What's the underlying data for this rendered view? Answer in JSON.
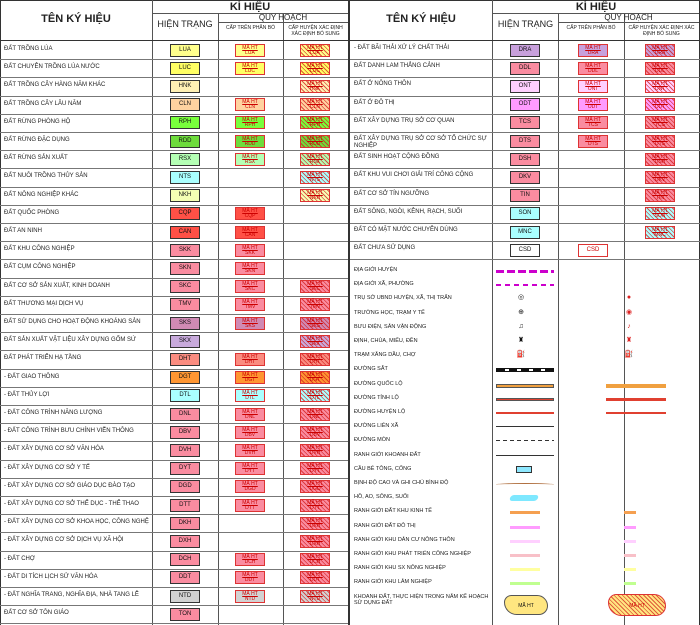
{
  "headers": {
    "symbol_name": "TÊN KÝ HIỆU",
    "symbol": "KÍ HIỆU",
    "current": "HIỆN TRẠNG",
    "planning": "QUY HOẠCH",
    "upper_level": "CẤP TRÊN PHÂN BỔ",
    "district_level": "CẤP HUYỆN XÁC ĐỊNH XÁC ĐỊNH BỔ SUNG"
  },
  "map_label": "MÃ HT",
  "left_rows": [
    {
      "label": "ĐẤT TRỒNG LÚA",
      "code": "LUA",
      "color": "#ffff8c",
      "upper": true,
      "district": true
    },
    {
      "label": "ĐẤT CHUYÊN TRỒNG LÚA NƯỚC",
      "code": "LUC",
      "color": "#ffff64",
      "upper": true,
      "district": true
    },
    {
      "label": "ĐẤT TRỒNG CÂY HÀNG NĂM KHÁC",
      "code": "HNK",
      "color": "#fff0b4",
      "upper": false,
      "district": true
    },
    {
      "label": "ĐẤT TRỒNG CÂY LÂU NĂM",
      "code": "CLN",
      "color": "#ffd2a0",
      "upper": true,
      "district": true
    },
    {
      "label": "ĐẤT RỪNG PHÒNG HỘ",
      "code": "RPH",
      "color": "#78ff3c",
      "upper": true,
      "district": true
    },
    {
      "label": "ĐẤT RỪNG ĐẶC DỤNG",
      "code": "RDD",
      "color": "#6edc3c",
      "upper": true,
      "district": true
    },
    {
      "label": "ĐẤT RỪNG SẢN XUẤT",
      "code": "RSX",
      "color": "#b4ffb4",
      "upper": true,
      "district": true
    },
    {
      "label": "ĐẤT NUÔI TRỒNG THỦY SẢN",
      "code": "NTS",
      "color": "#aaffff",
      "upper": false,
      "district": true
    },
    {
      "label": "ĐẤT NÔNG NGHIỆP KHÁC",
      "code": "NKH",
      "color": "#f5ffb4",
      "upper": false,
      "district": true
    },
    {
      "label": "ĐẤT QUỐC PHÒNG",
      "code": "CQP",
      "color": "#ff5046",
      "upper": true,
      "district": false
    },
    {
      "label": "ĐẤT AN NINH",
      "code": "CAN",
      "color": "#ff5046",
      "upper": true,
      "district": false
    },
    {
      "label": "ĐẤT KHU CÔNG NGHIỆP",
      "code": "SKK",
      "color": "#fa8ca0",
      "upper": true,
      "district": false
    },
    {
      "label": "ĐẤT CỤM CÔNG NGHIỆP",
      "code": "SKN",
      "color": "#fa8ca0",
      "upper": true,
      "district": false
    },
    {
      "label": "ĐẤT CƠ SỞ SẢN XUẤT, KINH DOANH",
      "code": "SKC",
      "color": "#fa8ca0",
      "upper": true,
      "district": true
    },
    {
      "label": "ĐẤT THƯƠNG MẠI DỊCH VỤ",
      "code": "TMV",
      "color": "#fa8ca0",
      "upper": true,
      "district": true
    },
    {
      "label": "ĐẤT SỬ DỤNG CHO HOẠT ĐỘNG KHOÁNG SẢN",
      "code": "SKS",
      "color": "#d08ab4",
      "upper": true,
      "district": true
    },
    {
      "label": "ĐẤT SẢN XUẤT VẬT LIỆU XÂY DỰNG GỐM SỨ",
      "code": "SKX",
      "color": "#c8aadc",
      "upper": false,
      "district": true
    },
    {
      "label": "ĐẤT PHÁT TRIỂN HẠ TẦNG",
      "code": "DHT",
      "color": "#fa8c80",
      "upper": true,
      "district": true
    },
    {
      "label": "- ĐẤT GIAO THÔNG",
      "code": "DGT",
      "color": "#ff9632",
      "upper": true,
      "district": true
    },
    {
      "label": "- ĐẤT THỦY LỢI",
      "code": "DTL",
      "color": "#aaffff",
      "upper": true,
      "district": true
    },
    {
      "label": "- ĐẤT CÔNG TRÌNH NĂNG LƯỢNG",
      "code": "DNL",
      "color": "#fa8ca0",
      "upper": true,
      "district": true
    },
    {
      "label": "- ĐẤT CÔNG TRÌNH BƯU CHÍNH VIỄN THÔNG",
      "code": "DBV",
      "color": "#fa8ca0",
      "upper": true,
      "district": true
    },
    {
      "label": "- ĐẤT XÂY DỰNG CƠ SỞ VĂN HÓA",
      "code": "DVH",
      "color": "#fa8ca0",
      "upper": true,
      "district": true
    },
    {
      "label": "- ĐẤT XÂY DỰNG CƠ SỞ Y TẾ",
      "code": "DYT",
      "color": "#fa8ca0",
      "upper": true,
      "district": true
    },
    {
      "label": "- ĐẤT XÂY DỰNG CƠ SỞ GIÁO DỤC ĐÀO TẠO",
      "code": "DGD",
      "color": "#fa8ca0",
      "upper": true,
      "district": true
    },
    {
      "label": "- ĐẤT XÂY DỰNG CƠ SỞ THỂ DỤC - THỂ THAO",
      "code": "DTT",
      "color": "#fa8ca0",
      "upper": true,
      "district": true
    },
    {
      "label": "- ĐẤT XÂY DỰNG CƠ SỞ KHOA HỌC, CÔNG NGHỆ",
      "code": "DKH",
      "color": "#fa8ca0",
      "upper": false,
      "district": true
    },
    {
      "label": "- ĐẤT XÂY DỰNG CƠ SỞ DỊCH VỤ XÃ HỘI",
      "code": "DXH",
      "color": "#fa8ca0",
      "upper": false,
      "district": true
    },
    {
      "label": "- ĐẤT CHỢ",
      "code": "DCH",
      "color": "#fa8ca0",
      "upper": true,
      "district": true
    },
    {
      "label": "- ĐẤT DI TÍCH LỊCH SỬ VĂN HÓA",
      "code": "DDT",
      "color": "#fa8ca0",
      "upper": true,
      "district": true
    },
    {
      "label": "- ĐẤT NGHĨA TRANG, NGHĨA ĐỊA, NHÀ TANG LỄ",
      "code": "NTD",
      "color": "#d2d2d2",
      "upper": true,
      "district": true
    },
    {
      "label": "ĐẤT CƠ SỞ TÔN GIÁO",
      "code": "TON",
      "color": "#fa8ca0",
      "upper": false,
      "district": false
    }
  ],
  "right_rows": [
    {
      "label": "- ĐẤT BÃI THẢI XỬ LÝ CHẤT THẢI",
      "code": "DRA",
      "color": "#c8a0dc",
      "upper": true,
      "district": true
    },
    {
      "label": "ĐẤT DANH LAM THẮNG CẢNH",
      "code": "DDL",
      "color": "#fa8ca0",
      "upper": true,
      "district": true
    },
    {
      "label": "ĐẤT Ở NÔNG THÔN",
      "code": "ONT",
      "color": "#ffd0ff",
      "upper": true,
      "district": true
    },
    {
      "label": "ĐẤT Ở ĐÔ THỊ",
      "code": "ODT",
      "color": "#ff9bff",
      "upper": true,
      "district": true
    },
    {
      "label": "ĐẤT XÂY DỰNG TRỤ SỞ CƠ QUAN",
      "code": "TCS",
      "color": "#fa8ca0",
      "upper": true,
      "district": true
    },
    {
      "label": "ĐẤT XÂY DỰNG TRỤ SỞ CƠ SỞ TỔ CHỨC SỰ NGHIỆP",
      "code": "DTS",
      "color": "#fa8ca0",
      "upper": true,
      "district": true
    },
    {
      "label": "ĐẤT SINH HOẠT CỘNG ĐỒNG",
      "code": "DSH",
      "color": "#fa8ca0",
      "upper": false,
      "district": true
    },
    {
      "label": "ĐẤT KHU VUI CHƠI GIẢI TRÍ CÔNG CỘNG",
      "code": "DKV",
      "color": "#fa8ca0",
      "upper": false,
      "district": true
    },
    {
      "label": "ĐẤT CƠ SỞ TÍN NGƯỠNG",
      "code": "TIN",
      "color": "#fa8ca0",
      "upper": false,
      "district": true
    },
    {
      "label": "ĐẤT SÔNG, NGÒI, KÊNH, RẠCH, SUỐI",
      "code": "SON",
      "color": "#aaffff",
      "upper": false,
      "district": true
    },
    {
      "label": "ĐẤT CÓ MẶT NƯỚC CHUYÊN DÙNG",
      "code": "MNC",
      "color": "#aaffff",
      "upper": false,
      "district": true
    },
    {
      "label": "ĐẤT CHƯA SỬ DỤNG",
      "code": "CSD",
      "color": "#ffffff",
      "upper": false,
      "district": false,
      "upper_text": "CSD"
    }
  ],
  "symbol_rows": [
    "ĐỊA GIỚI HUYỆN",
    "ĐỊA GIỚI XÃ, PHƯỜNG",
    "TRỤ SỞ UBND HUYỆN, XÃ, THỊ TRẤN",
    "TRƯỜNG HỌC, TRẠM Y TẾ",
    "BƯU ĐIỆN, SÂN VẬN ĐỘNG",
    "ĐỊNH, CHÙA, MIẾU, ĐỀN",
    "TRẠM XĂNG DẦU, CHỢ",
    "ĐƯỜNG SẮT",
    "ĐƯỜNG QUỐC LỘ",
    "ĐƯỜNG TỈNH LỘ",
    "ĐƯỜNG HUYỆN LỘ",
    "ĐƯỜNG LIÊN XÃ",
    "ĐƯỜNG MÒN",
    "RANH GIỚI KHOANH ĐẤT",
    "CẦU BÊ TÔNG, CỐNG",
    "BỊNH ĐỘ CAO VÀ GHI CHÚ BÌNH ĐỘ",
    "HỒ, AO, SÔNG, SUỐI",
    "RANH GIỚI ĐẤT KHU KINH TẾ",
    "RANH GIỚI ĐẤT ĐÔ THỊ",
    "RANH GIỚI KHU DÂN CƯ NÔNG THÔN",
    "RANH GIỚI KHU PHÁT TRIỂN CÔNG NGHIỆP",
    "RANH GIỚI KHU SX NÔNG NGHIỆP",
    "RANH GIỚI KHU LÂM NGHIỆP",
    "KHOANH ĐẤT, THỰC HIỆN TRONG NĂM KẾ HOẠCH SỬ DỤNG ĐẤT"
  ],
  "symbol_marks": {
    "point_glyphs": [
      "◎",
      "⊕",
      "♫",
      "♜",
      "⛽"
    ],
    "right_glyphs": [
      "●",
      "◉",
      "♪",
      "♜",
      "⛽"
    ]
  },
  "colors": {
    "hatch": "#d21e1e",
    "grid": "#555555",
    "plan_border": "#dd3333"
  }
}
